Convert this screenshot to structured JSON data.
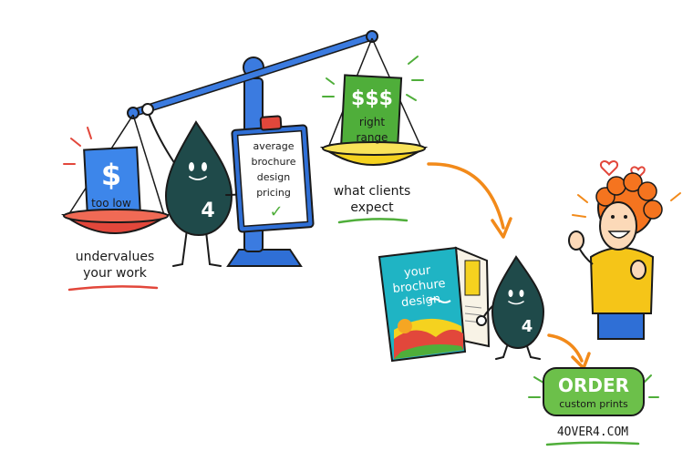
{
  "left_pan": {
    "symbol": "$",
    "label": "too low",
    "caption_line1": "undervalues",
    "caption_line2": "your work"
  },
  "clipboard": {
    "line1": "average",
    "line2": "brochure",
    "line3": "design",
    "line4": "pricing",
    "check": "✓"
  },
  "mascot_badge": "4",
  "right_pan": {
    "symbol": "$$$",
    "label_line1": "right",
    "label_line2": "range",
    "caption_line1": "what clients",
    "caption_line2": "expect"
  },
  "brochure": {
    "line1": "your",
    "line2": "brochure",
    "line3": "design"
  },
  "mascot2_badge": "4",
  "cta": {
    "title": "ORDER",
    "subtitle": "custom prints",
    "domain": "4OVER4.COM"
  },
  "colors": {
    "scale_blue": "#2f6fd6",
    "pan_red": "#e2473b",
    "pan_yellow": "#f5d21f",
    "card_blue": "#3d86ea",
    "card_green": "#4fae3a",
    "mascot": "#1f4a4a",
    "arrow_orange": "#f28a1a",
    "cta_green": "#6cc04a"
  }
}
